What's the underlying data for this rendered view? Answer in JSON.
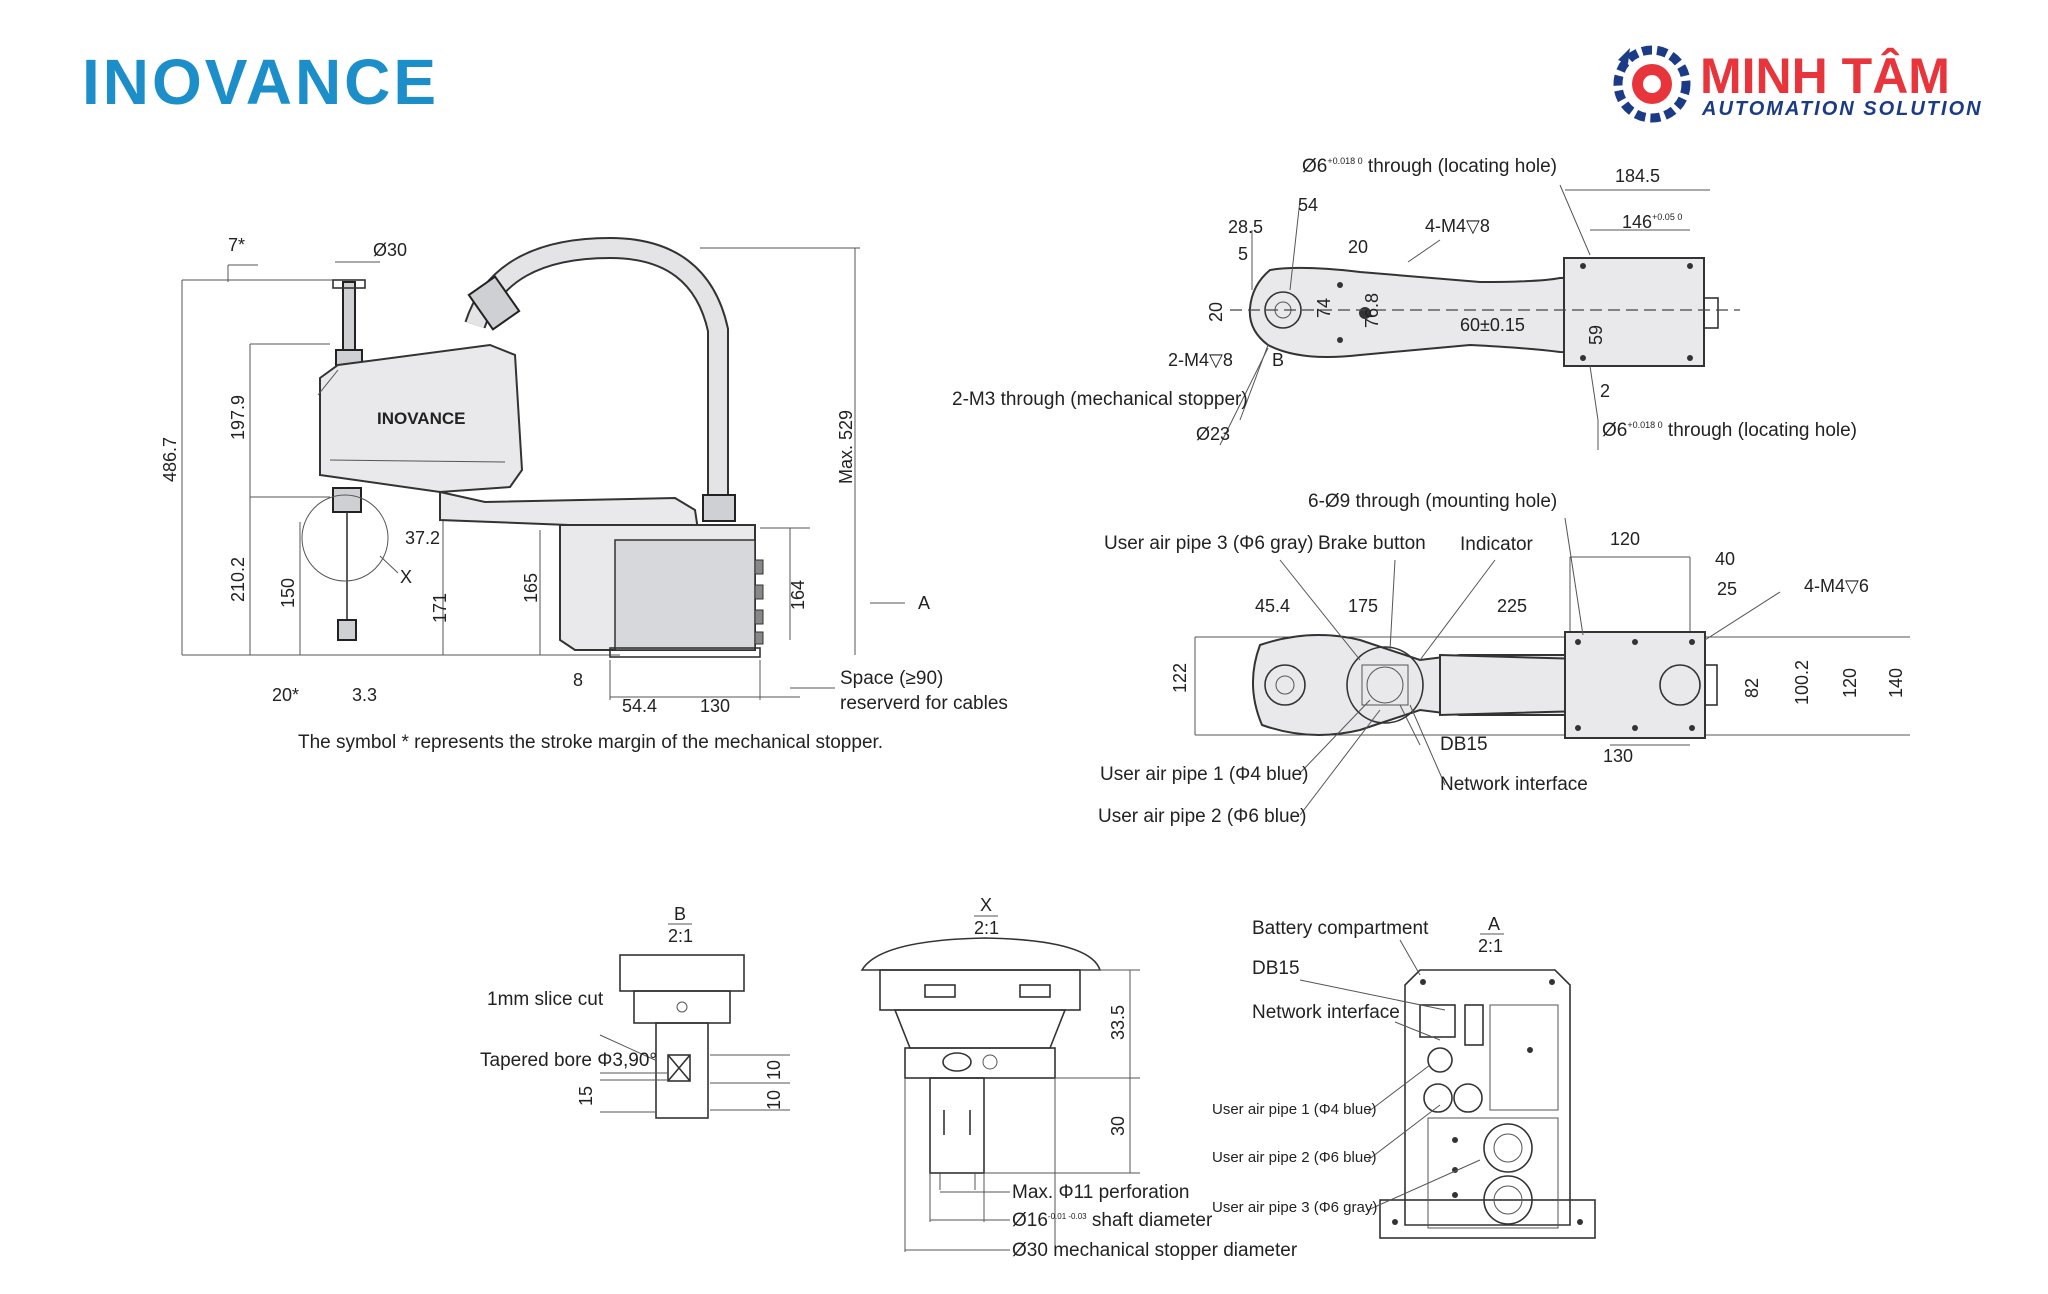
{
  "brand": {
    "inovance": "INOVANCE",
    "minhtam_title": "MINH TÂM",
    "minhtam_sub": "AUTOMATION SOLUTION",
    "color_blue": "#1c8ec9",
    "color_red": "#e8353b",
    "color_navy": "#1c3b86"
  },
  "side_view": {
    "dims": {
      "d7": "7*",
      "d30": "Ø30",
      "d4867": "486.7",
      "d1979": "197.9",
      "d2102": "210.2",
      "d150": "150",
      "d171": "171",
      "d372": "37.2",
      "x": "X",
      "d165": "165",
      "d164": "164",
      "max529": "Max. 529",
      "a": "A",
      "d20": "20*",
      "d33": "3.3",
      "d8": "8",
      "d544": "54.4",
      "d130": "130"
    },
    "robot_label": "INOVANCE",
    "space_line1": "Space (≥90)",
    "space_line2": "reserverd for cables",
    "note": "The symbol * represents the stroke margin of the mechanical stopper."
  },
  "top_view": {
    "hole_top_pre": "Ø6",
    "hole_top_tol": "+0.018 0",
    "hole_top_post": " through (locating hole)",
    "d1845": "184.5",
    "d54": "54",
    "d146": "146",
    "d146_tol": "+0.05 0",
    "d285": "28.5",
    "d20a": "20",
    "d4m4": "4-M4▽8",
    "d5": "5",
    "d20b": "20",
    "d74": "74",
    "d768": "76.8",
    "d60": "60±0.15",
    "d59": "59",
    "m4_8": "2-M4▽8",
    "b": "B",
    "d2": "2",
    "m3": "2-M3 through (mechanical stopper)",
    "d23": "Ø23",
    "hole_bot_pre": "Ø6",
    "hole_bot_tol": "+0.018 0",
    "hole_bot_post": " through (locating hole)"
  },
  "base_view": {
    "mount": "6-Ø9 through (mounting hole)",
    "air3": "User air pipe 3 (Φ6 gray)",
    "brake": "Brake button",
    "indicator": "Indicator",
    "d120a": "120",
    "d40": "40",
    "d25": "25",
    "m4_6": "4-M4▽6",
    "d454": "45.4",
    "d175": "175",
    "d225": "225",
    "d122": "122",
    "d82": "82",
    "d1002": "100.2",
    "d120b": "120",
    "d140": "140",
    "db15": "DB15",
    "d130": "130",
    "air1": "User air pipe 1 (Φ4 blue)",
    "net": "Network interface",
    "air2": "User air pipe 2 (Φ6 blue)"
  },
  "detail_b": {
    "title": "B",
    "scale": "2:1",
    "slice": "1mm slice cut",
    "bore": "Tapered bore Φ3,90°",
    "d15": "15",
    "d10a": "10",
    "d10b": "10"
  },
  "detail_x": {
    "title": "X",
    "scale": "2:1",
    "d335": "33.5",
    "d30": "30",
    "perf": "Max. Φ11 perforation",
    "shaft_pre": "Ø16",
    "shaft_tol": "-0.01 -0.03",
    "shaft_post": " shaft diameter",
    "stopper": "Ø30 mechanical stopper diameter"
  },
  "detail_a": {
    "title": "A",
    "scale": "2:1",
    "battery": "Battery compartment",
    "db15": "DB15",
    "net": "Network interface",
    "air1": "User air pipe 1 (Φ4 blue)",
    "air2": "User air pipe 2 (Φ6 blue)",
    "air3": "User air pipe 3 (Φ6 gray)"
  }
}
